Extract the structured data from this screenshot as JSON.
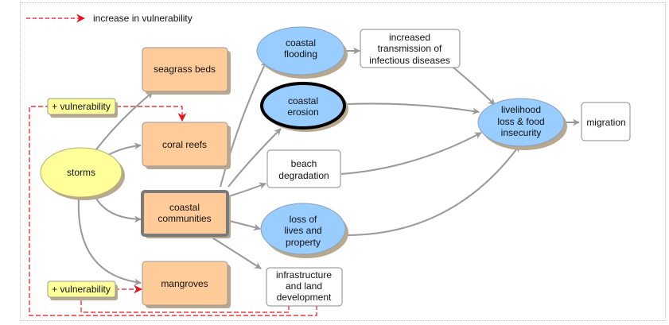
{
  "legend": {
    "label": "increase in vulnerability",
    "line_color": "#e8141a"
  },
  "colors": {
    "driver_fill": "#ffff99",
    "habitat_fill": "#ffcc99",
    "impact_fill": "#99ccff",
    "outcome_fill": "#ffffff",
    "edge": "#999999",
    "shadow": "#b8a890",
    "vuln_edge": "#e8141a"
  },
  "nodes": {
    "storms": {
      "lines": [
        "storms"
      ],
      "shape": "ellipse",
      "kind": "driver"
    },
    "seagrass_beds": {
      "lines": [
        "seagrass beds"
      ],
      "shape": "rect",
      "kind": "habitat"
    },
    "coral_reefs": {
      "lines": [
        "coral reefs"
      ],
      "shape": "rect",
      "kind": "habitat"
    },
    "coastal_communities": {
      "lines": [
        "coastal",
        "communities"
      ],
      "shape": "rect",
      "kind": "habitat",
      "emphasis": "thick-border"
    },
    "mangroves": {
      "lines": [
        "mangroves"
      ],
      "shape": "rect",
      "kind": "habitat"
    },
    "coastal_flooding": {
      "lines": [
        "coastal",
        "flooding"
      ],
      "shape": "ellipse",
      "kind": "impact"
    },
    "coastal_erosion": {
      "lines": [
        "coastal",
        "erosion"
      ],
      "shape": "ellipse",
      "kind": "impact",
      "emphasis": "thick-border"
    },
    "beach_degradation": {
      "lines": [
        "beach",
        "degradation"
      ],
      "shape": "rect",
      "kind": "outcome"
    },
    "loss_of_lives": {
      "lines": [
        "loss of",
        "lives and",
        "property"
      ],
      "shape": "ellipse",
      "kind": "impact"
    },
    "infrastructure": {
      "lines": [
        "infrastructure",
        "and land",
        "development"
      ],
      "shape": "rect",
      "kind": "outcome"
    },
    "disease": {
      "lines": [
        "increased",
        "transmission of",
        "infectious diseases"
      ],
      "shape": "rect",
      "kind": "outcome"
    },
    "livelihood": {
      "lines": [
        "livelihood",
        "loss & food",
        "insecurity"
      ],
      "shape": "ellipse",
      "kind": "impact"
    },
    "migration": {
      "lines": [
        "migration"
      ],
      "shape": "rect",
      "kind": "outcome"
    },
    "vuln_top": {
      "lines": [
        "+ vulnerability"
      ],
      "shape": "rect",
      "kind": "driver"
    },
    "vuln_bottom": {
      "lines": [
        "+ vulnerability"
      ],
      "shape": "rect",
      "kind": "driver"
    }
  },
  "edges": [
    {
      "from": "storms",
      "to": "seagrass_beds",
      "type": "causal"
    },
    {
      "from": "storms",
      "to": "coral_reefs",
      "type": "causal"
    },
    {
      "from": "storms",
      "to": "coastal_communities",
      "type": "causal"
    },
    {
      "from": "storms",
      "to": "mangroves",
      "type": "causal"
    },
    {
      "from": "coastal_communities",
      "to": "coastal_flooding",
      "type": "causal"
    },
    {
      "from": "coastal_communities",
      "to": "coastal_erosion",
      "type": "causal"
    },
    {
      "from": "coastal_communities",
      "to": "beach_degradation",
      "type": "causal"
    },
    {
      "from": "coastal_communities",
      "to": "loss_of_lives",
      "type": "causal"
    },
    {
      "from": "coastal_communities",
      "to": "infrastructure",
      "type": "causal"
    },
    {
      "from": "coastal_flooding",
      "to": "disease",
      "type": "causal"
    },
    {
      "from": "disease",
      "to": "livelihood",
      "type": "causal"
    },
    {
      "from": "coastal_erosion",
      "to": "livelihood",
      "type": "causal"
    },
    {
      "from": "beach_degradation",
      "to": "livelihood",
      "type": "causal"
    },
    {
      "from": "loss_of_lives",
      "to": "livelihood",
      "type": "causal"
    },
    {
      "from": "livelihood",
      "to": "migration",
      "type": "causal"
    },
    {
      "from": "vuln_top",
      "to": "coral_reefs",
      "type": "vulnerability"
    },
    {
      "from": "vuln_bottom",
      "to": "mangroves",
      "type": "vulnerability"
    },
    {
      "from": "infrastructure",
      "to": "vuln_top",
      "type": "vulnerability"
    },
    {
      "from": "infrastructure",
      "to": "vuln_bottom",
      "type": "vulnerability"
    }
  ]
}
